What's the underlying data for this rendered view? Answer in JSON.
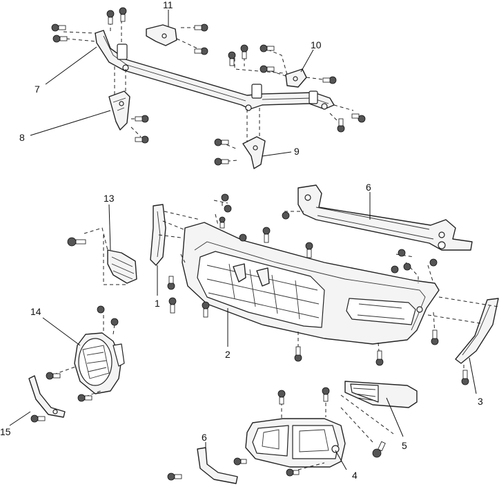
{
  "callouts": [
    {
      "id": "c1",
      "label": "1"
    },
    {
      "id": "c2",
      "label": "2"
    },
    {
      "id": "c3",
      "label": "3"
    },
    {
      "id": "c4",
      "label": "4"
    },
    {
      "id": "c5",
      "label": "5"
    },
    {
      "id": "c6a",
      "label": "6"
    },
    {
      "id": "c6b",
      "label": "6"
    },
    {
      "id": "c7",
      "label": "7"
    },
    {
      "id": "c8",
      "label": "8"
    },
    {
      "id": "c9",
      "label": "9"
    },
    {
      "id": "c10",
      "label": "10"
    },
    {
      "id": "c11",
      "label": "11"
    },
    {
      "id": "c13",
      "label": "13"
    },
    {
      "id": "c14",
      "label": "14"
    },
    {
      "id": "c15",
      "label": "15"
    }
  ]
}
